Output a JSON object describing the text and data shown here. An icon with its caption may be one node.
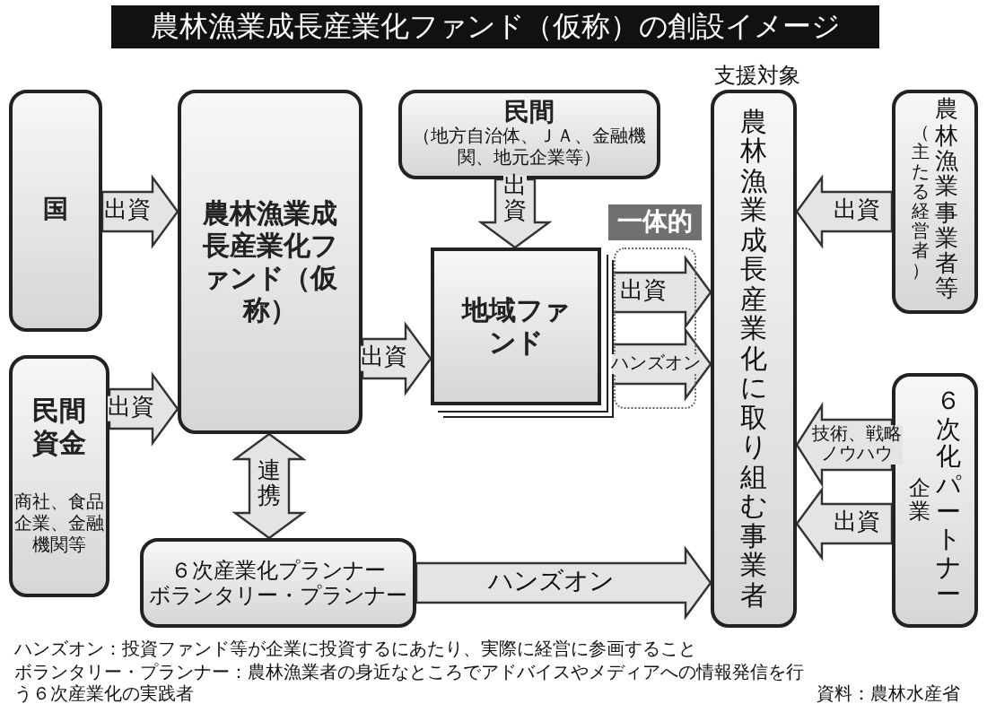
{
  "diagram": {
    "title": "農林漁業成長産業化ファンド（仮称）の創設イメージ",
    "nodes": [
      {
        "text": [
          "国"
        ]
      },
      {
        "text": [
          "農林漁業成長産業化ファンド（仮称）"
        ]
      },
      {
        "text": [
          "民間",
          "（地方自治体、ＪＡ、金融機関、地元企業等）"
        ]
      },
      {
        "text": [
          "地域ファンド"
        ]
      },
      {
        "text": [
          "一体的"
        ]
      },
      {
        "text": [
          "農林漁業成長産業化に取り組む事業者"
        ],
        "beside": [
          "支援対象"
        ]
      },
      {
        "text": [
          "（主たる経営者）",
          "農林漁業事業者等"
        ]
      },
      {
        "text": [
          "民間資金",
          "商社、食品企業、金融機関等"
        ]
      },
      {
        "text": [
          "企業",
          "６次化パートナー"
        ]
      },
      {
        "text": [
          "６次産業化プランナー",
          "ボランタリー・プランナー"
        ]
      }
    ],
    "edges": [
      {
        "from": 0,
        "to": 1,
        "arrow": "to",
        "label": "出資"
      },
      {
        "from": 7,
        "to": 1,
        "arrow": "to",
        "label": "出資"
      },
      {
        "from": 2,
        "to": 3,
        "arrow": "to",
        "label": "出資"
      },
      {
        "from": 1,
        "to": 3,
        "arrow": "to",
        "label": "出資"
      },
      {
        "from": 3,
        "to": 5,
        "arrow": "to",
        "label": "出資"
      },
      {
        "from": 3,
        "to": 5,
        "arrow": "to",
        "label": "ハンズオン"
      },
      {
        "from": 6,
        "to": 5,
        "arrow": "to",
        "label": "出資"
      },
      {
        "from": 8,
        "to": 5,
        "arrow": "to",
        "label": "技術、戦略ノウハウ"
      },
      {
        "from": 8,
        "to": 5,
        "arrow": "to",
        "label": "出資"
      },
      {
        "from": 1,
        "to": 9,
        "arrow": "both",
        "label": "連携"
      },
      {
        "from": 9,
        "to": 5,
        "arrow": "to",
        "label": "ハンズオン"
      }
    ],
    "labels": [
      "ハンズオン：投資ファンド等が企業に投資するにあたり、実際に経営に参画すること",
      "ボランタリー・プランナー：農林漁業者の身近なところでアドバイスやメディアへの情報発信を行う６次産業化の実践者",
      "資料：農林水産省"
    ]
  }
}
